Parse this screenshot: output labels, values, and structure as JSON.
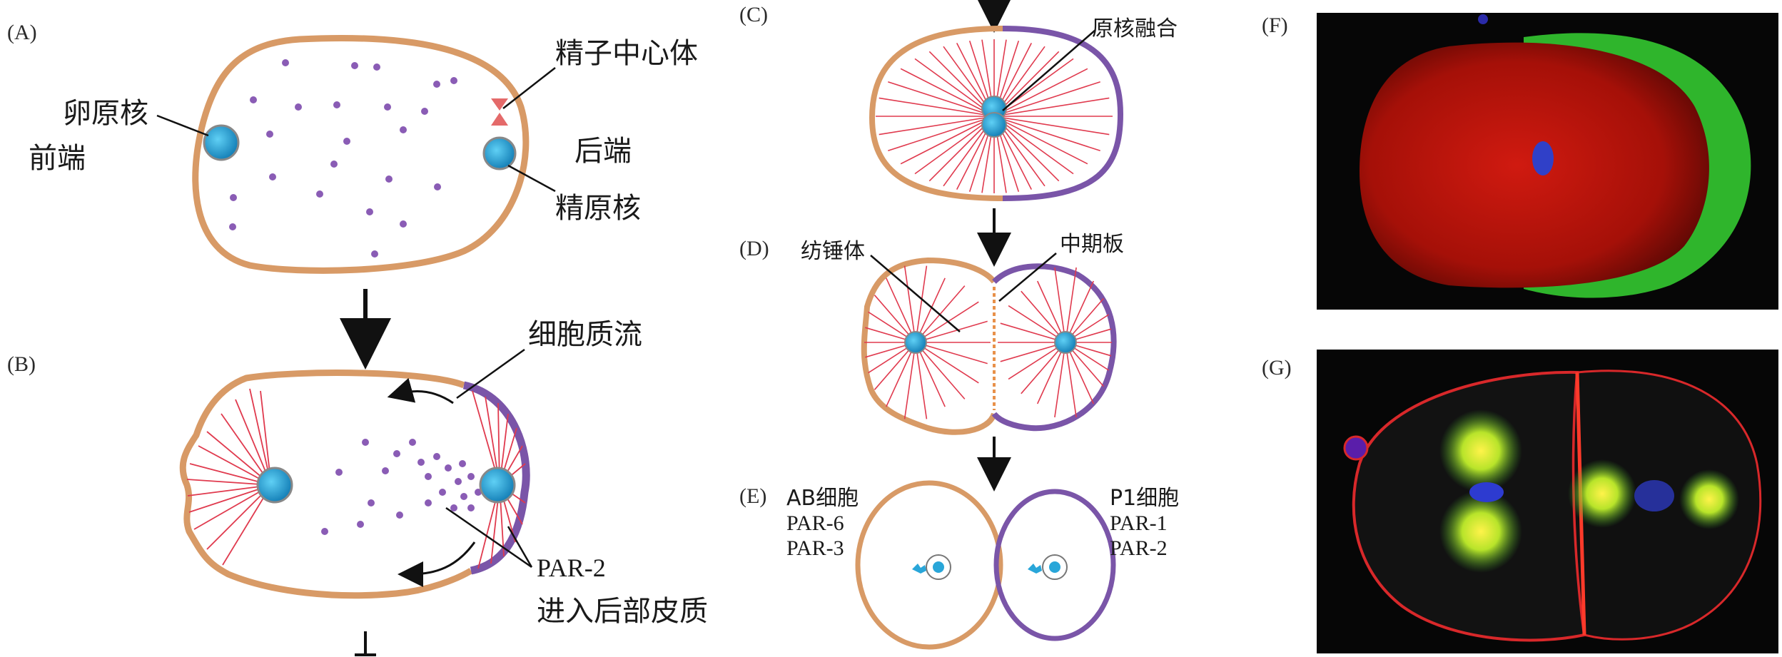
{
  "panels": {
    "A": "(A)",
    "B": "(B)",
    "C": "(C)",
    "D": "(D)",
    "E": "(E)",
    "F": "(F)",
    "G": "(G)"
  },
  "labels": {
    "egg_pronucleus": "卵原核",
    "anterior": "前端",
    "sperm_centrosome": "精子中心体",
    "posterior": "后端",
    "sperm_pronucleus": "精原核",
    "cytoplasmic_flow": "细胞质流",
    "par2": "PAR-2",
    "enters_cortex": "进入后部皮质",
    "pronuclear_fusion": "原核融合",
    "spindle": "纺锤体",
    "metaphase_plate": "中期板",
    "ab_cell": "AB细胞",
    "ab_par6": "PAR-6",
    "ab_par3": "PAR-3",
    "p1_cell": "P1细胞",
    "p1_par1": "PAR-1",
    "p1_par2": "PAR-2"
  },
  "colors": {
    "cell_outline": "#d89a66",
    "posterior_cortex": "#7a55a8",
    "microtubule": "#e03a4e",
    "nucleus": "#29a6d9",
    "granule": "#8a5cb5",
    "micrograph_bg": "#060606"
  }
}
